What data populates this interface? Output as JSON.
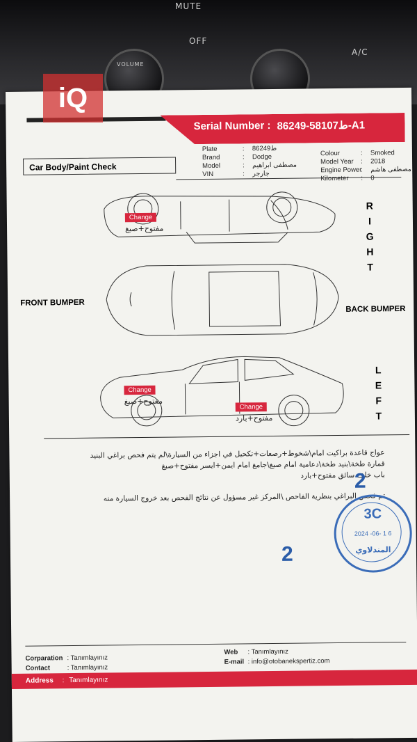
{
  "dashboard": {
    "mute": "MUTE",
    "off": "OFF",
    "volume": "VOLUME",
    "ac": "A/C"
  },
  "watermark": "iQ",
  "serial": {
    "label": "Serial Number :",
    "value": "ط58107-86249-A1"
  },
  "vehicle": {
    "plate_label": "Plate",
    "plate": "ط86249",
    "brand_label": "Brand",
    "brand": "Dodge",
    "model_label": "Model",
    "model": "مصطفى ابراهيم",
    "vin_label": "VIN",
    "vin": "جارجر",
    "colour_label": "Colour",
    "colour": "Smoked",
    "year_label": "Model Year",
    "year": "2018",
    "power_label": "Engine Power",
    "power": "مصطفى هاشم",
    "km_label": "Kilometer",
    "km": "0"
  },
  "section_title": "Car Body/Paint Check",
  "marks": {
    "right_change": "Change",
    "right_note": "مفتوح+صبغ",
    "left_front_change": "Change",
    "left_front_note": "مفتوح+صبغ",
    "left_rear_change": "Change",
    "left_rear_note": "مفتوح+بارد"
  },
  "sides": {
    "right": [
      "R",
      "I",
      "G",
      "H",
      "T"
    ],
    "left": [
      "L",
      "E",
      "F",
      "T"
    ],
    "front": "FRONT BUMPER",
    "back": "BACK BUMPER"
  },
  "notes": {
    "line1": "عواج قاعدة براكيت امام\\شخوط+رصعات+تكحيل في اجزاء من السيارة\\لم يتم فحص براغي البنيد",
    "line2": "قمارة طخة\\بنيد طخة\\دعامية امام صبغ\\جامغ امام ايمن+ايسر مفتوح+صبغ",
    "line3": "باب خلف سائق مفتوح+بارد",
    "line4": "تم فحص البراغي بنظرية الفاحص \\المركز غير مسؤول عن نتائج الفحص بعد خروج السيارة منه"
  },
  "handwritten": {
    "num_a": "2",
    "num_b": "2"
  },
  "stamp": {
    "code": "3C",
    "date": "2024 -06- 1 6",
    "name": "المندلاوي"
  },
  "footer": {
    "corp_label": "Corparation",
    "corp": "Tanımlayınız",
    "contact_label": "Contact",
    "contact": "Tanımlayınız",
    "web_label": "Web",
    "web": "Tanımlayınız",
    "email_label": "E-mail",
    "email": "info@otobanekspertiz.com",
    "address_label": "Address",
    "address": "Tanımlayınız"
  },
  "colors": {
    "accent": "#d7263d",
    "ink_blue": "#2a5ca8"
  }
}
